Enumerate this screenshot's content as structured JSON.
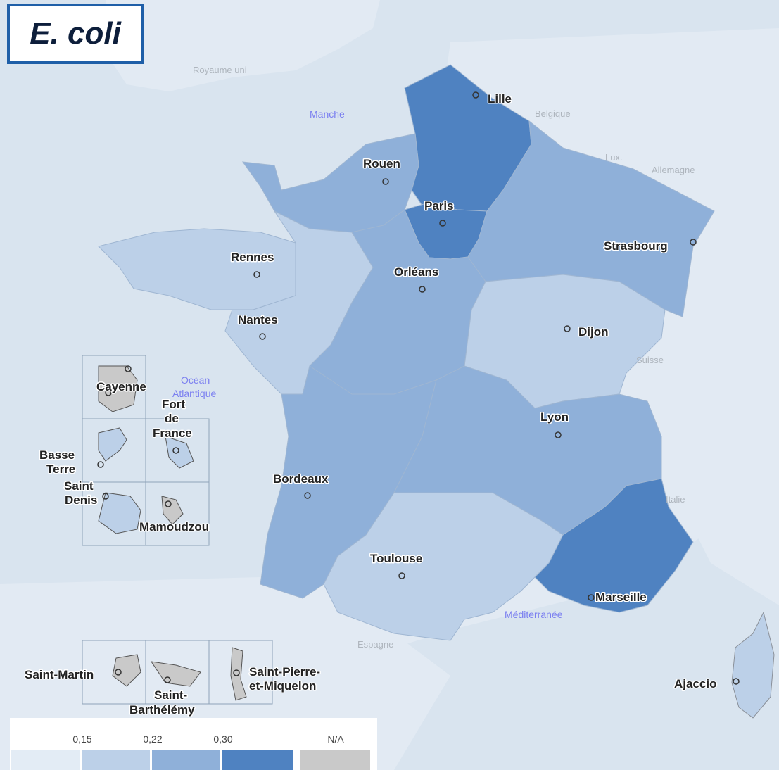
{
  "title": "E. coli",
  "cities": {
    "lille": "Lille",
    "rouen": "Rouen",
    "paris": "Paris",
    "strasbourg": "Strasbourg",
    "rennes": "Rennes",
    "orleans": "Orléans",
    "nantes": "Nantes",
    "dijon": "Dijon",
    "lyon": "Lyon",
    "bordeaux": "Bordeaux",
    "toulouse": "Toulouse",
    "marseille": "Marseille",
    "ajaccio": "Ajaccio"
  },
  "overseas": {
    "cayenne": "Cayenne",
    "fort_1": "Fort",
    "fort_2": "de",
    "fort_3": "France",
    "basse_1": "Basse",
    "basse_2": "Terre",
    "saintdenis_1": "Saint",
    "saintdenis_2": "Denis",
    "mamoudzou": "Mamoudzou",
    "saintmartin": "Saint-Martin",
    "saintbarth_1": "Saint-",
    "saintbarth_2": "Barthélémy",
    "spm_1": "Saint-Pierre-",
    "spm_2": "et-Miquelon"
  },
  "countries": {
    "royaume_uni": "Royaume uni",
    "belgique": "Belgique",
    "lux": "Lux.",
    "allemagne": "Allemagne",
    "suisse": "Suisse",
    "italie": "Italie",
    "espagne": "Espagne"
  },
  "seas": {
    "manche": "Manche",
    "ocean_1": "Océan",
    "ocean_2": "Atlantique",
    "mediterranee": "Méditerranée"
  },
  "colors": {
    "sea": "#d9e4ef",
    "land": "#dbe5ef",
    "class1": "#e3ecf5",
    "class2": "#bcd0e8",
    "class3": "#8fb0d9",
    "class4": "#4f82c1",
    "na": "#c9c9c9",
    "title_border": "#1f5fa8"
  },
  "legend": {
    "ticks": [
      "0,15",
      "0,22",
      "0,30"
    ],
    "na_label": "N/A"
  }
}
